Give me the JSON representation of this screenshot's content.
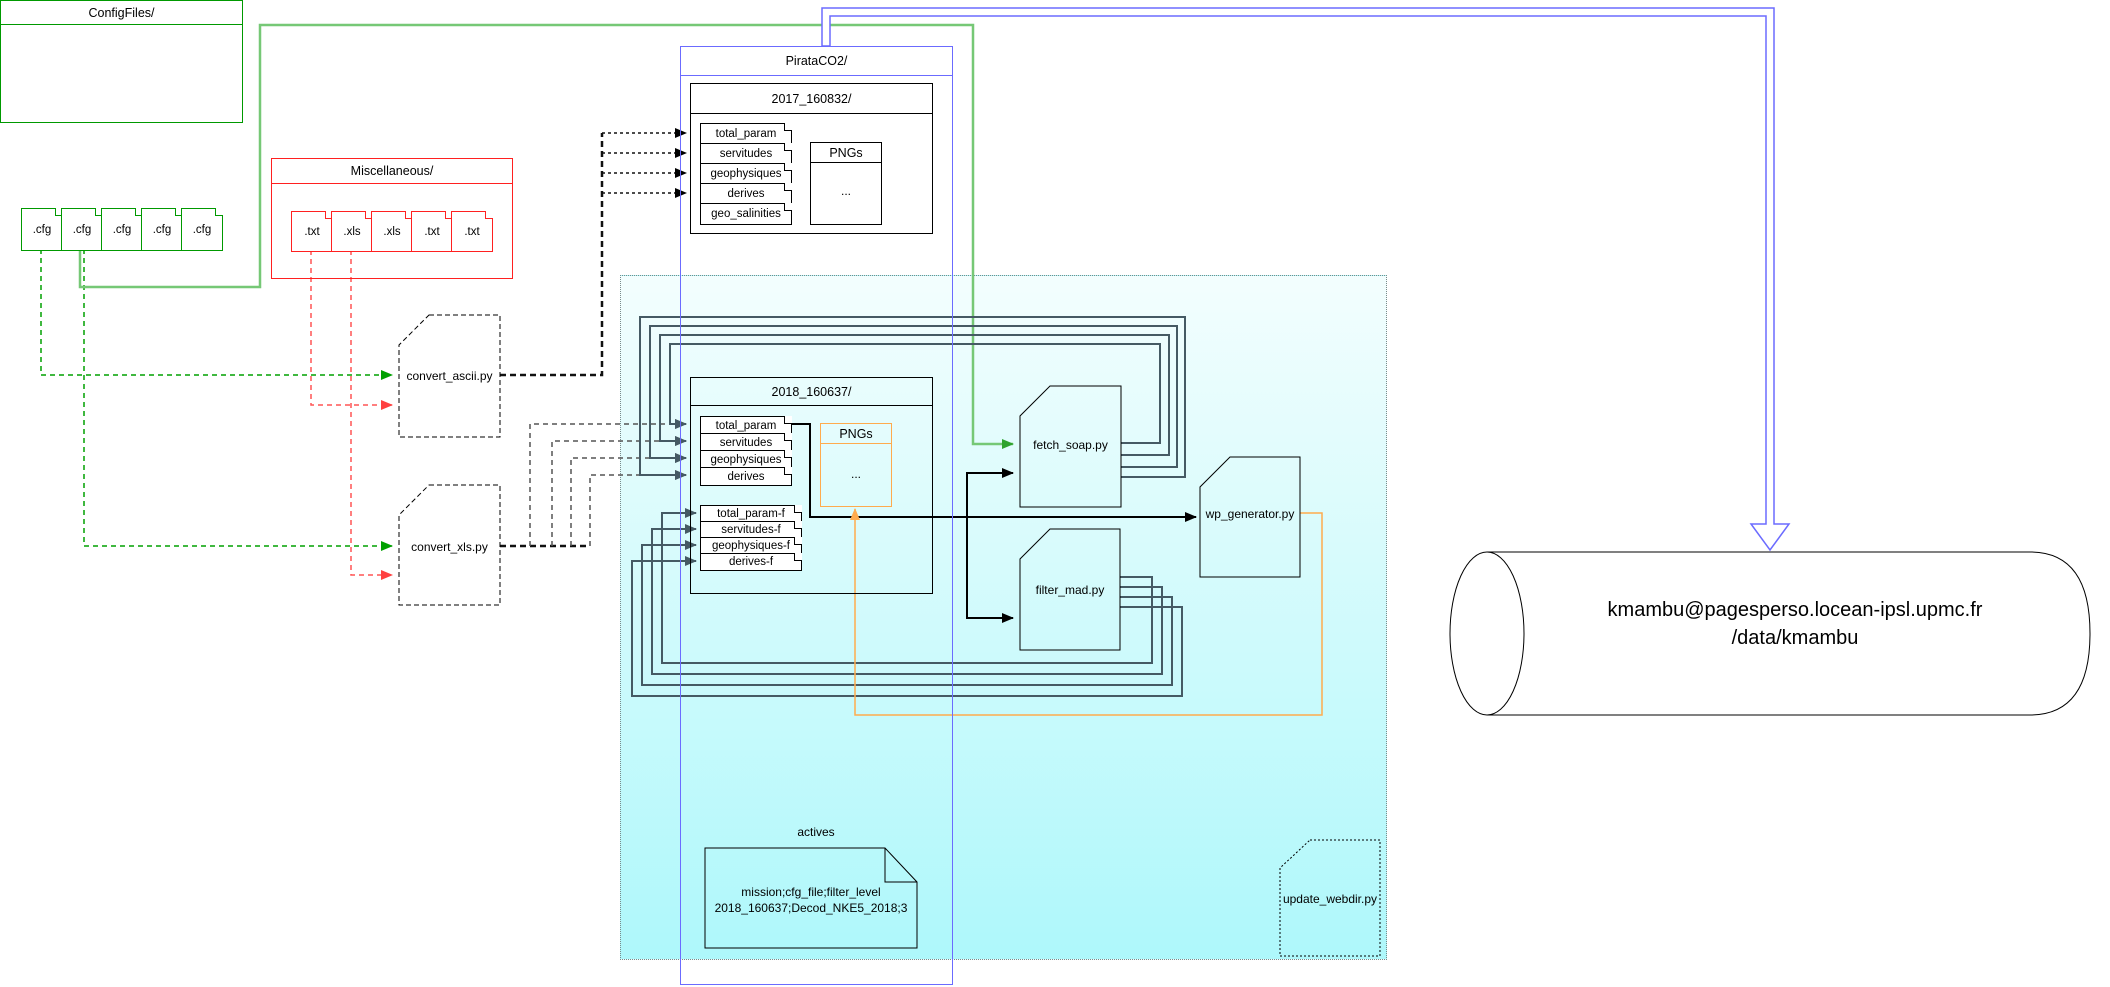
{
  "colors": {
    "green": "#009900",
    "light_green": "#76c876",
    "red": "#ff2020",
    "pale_red": "#ff6666",
    "blue": "#6b6bff",
    "dark": "#455a64",
    "orange": "#ffab4d",
    "gray": "#666666",
    "cyan_top": "#f3fefe",
    "cyan_bottom": "#aef8fb"
  },
  "config_files": {
    "title": "ConfigFiles/",
    "files": [
      ".cfg",
      ".cfg",
      ".cfg",
      ".cfg",
      ".cfg"
    ]
  },
  "miscellaneous": {
    "title": "Miscellaneous/",
    "files": [
      ".txt",
      ".xls",
      ".xls",
      ".txt",
      ".txt"
    ]
  },
  "pirata": {
    "title": "PirataCO2/",
    "y2017": {
      "title": "2017_160832/",
      "files": [
        "total_param",
        "servitudes",
        "geophysiques",
        "derives",
        "geo_salinities"
      ],
      "pngs": {
        "title": "PNGs",
        "ellipsis": "..."
      }
    },
    "y2018": {
      "title": "2018_160637/",
      "files": [
        "total_param",
        "servitudes",
        "geophysiques",
        "derives"
      ],
      "filtered_files": [
        "total_param-f",
        "servitudes-f",
        "geophysiques-f",
        "derives-f"
      ],
      "pngs": {
        "title": "PNGs",
        "ellipsis": "..."
      }
    }
  },
  "scripts": {
    "convert_ascii": "convert_ascii.py",
    "convert_xls": "convert_xls.py",
    "fetch_soap": "fetch_soap.py",
    "filter_mad": "filter_mad.py",
    "wp_generator": "wp_generator.py",
    "update_webdir": "update_webdir.py"
  },
  "actives": {
    "label": "actives",
    "line1": "mission;cfg_file;filter_level",
    "line2": "2018_160637;Decod_NKE5_2018;3"
  },
  "server": {
    "line1": "kmambu@pagesperso.locean-ipsl.upmc.fr",
    "line2": "/data/kmambu"
  }
}
